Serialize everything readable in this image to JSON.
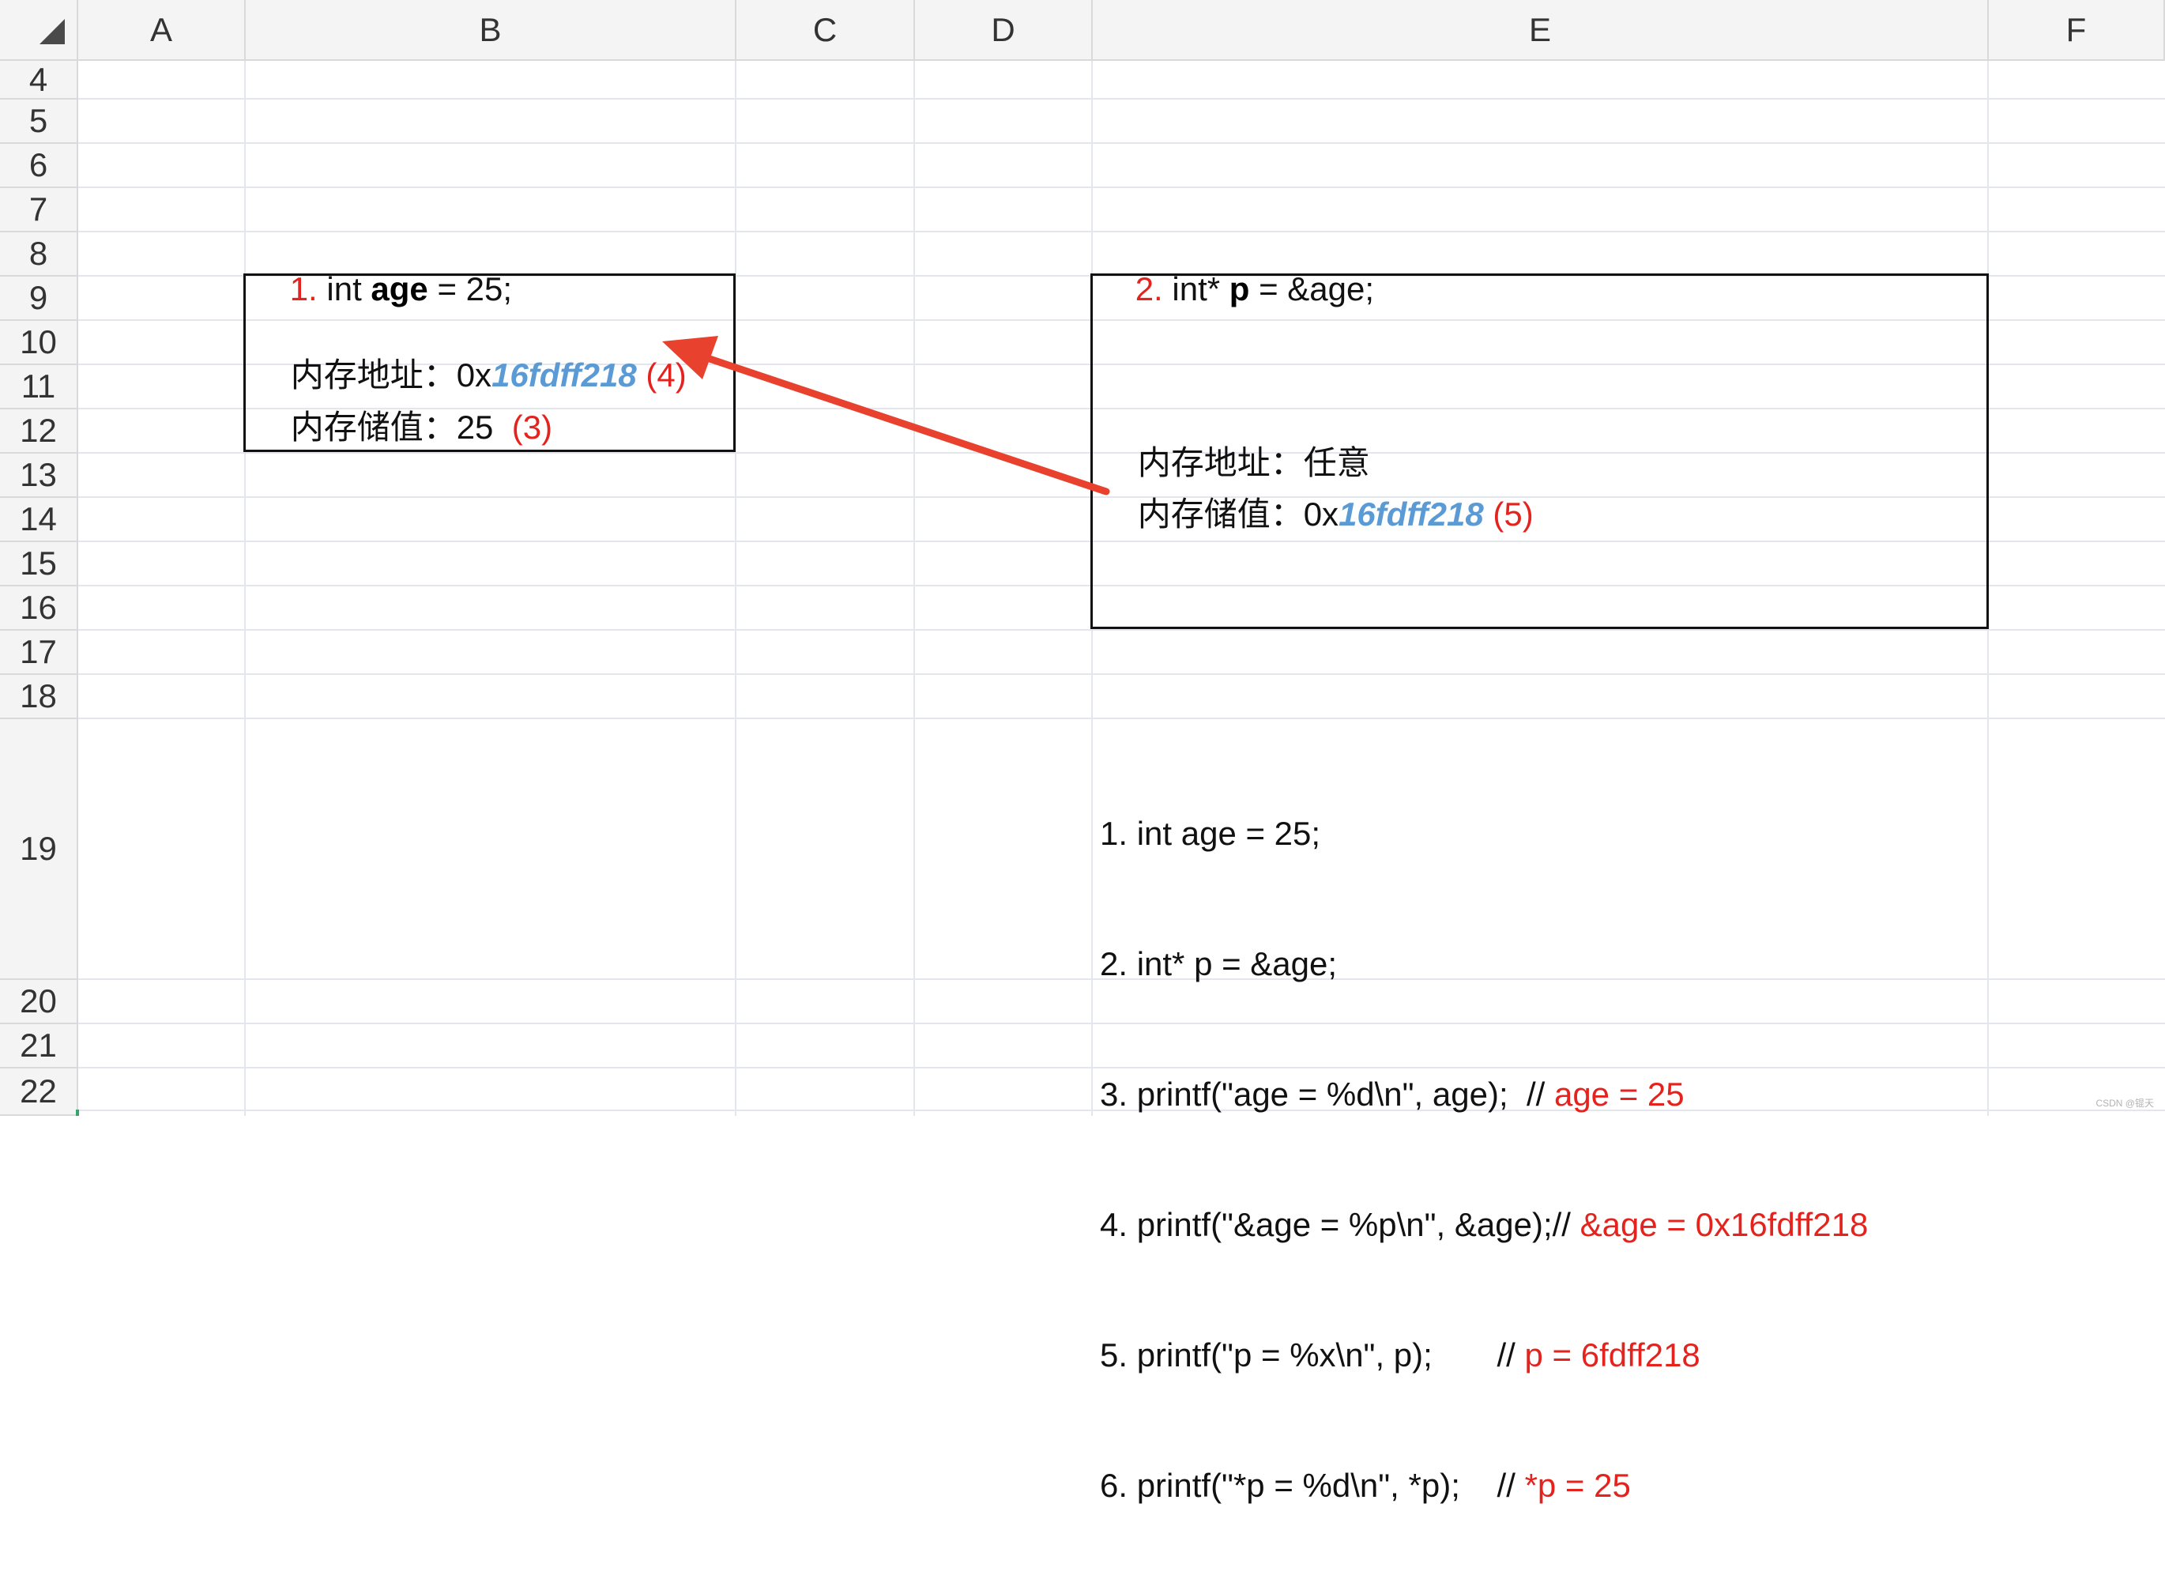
{
  "columns": [
    "A",
    "B",
    "C",
    "D",
    "E",
    "F"
  ],
  "rows": [
    "4",
    "5",
    "6",
    "7",
    "8",
    "9",
    "10",
    "11",
    "12",
    "13",
    "14",
    "15",
    "16",
    "17",
    "18",
    "19",
    "20",
    "21",
    "22"
  ],
  "cell_b8": {
    "num": "1.",
    "pre": " int ",
    "bold": "age",
    "post": " = 25;"
  },
  "cell_e8": {
    "num": "2.",
    "pre": " int* ",
    "bold": "p",
    "post": " = &age;"
  },
  "box_age": {
    "addr_label": "内存地址：",
    "addr_prefix": "0x",
    "addr_hex": "16fdff218",
    "addr_step": "(4)",
    "val_label": "内存储值：",
    "val": "25",
    "val_step": "(3)"
  },
  "box_p": {
    "addr_label": "内存地址：",
    "addr_value": "任意",
    "val_label": "内存储值：",
    "val_prefix": "0x",
    "val_hex": "16fdff218",
    "val_step": "(5)"
  },
  "code_lines": [
    {
      "code": "1. int age = 25;",
      "comment": ""
    },
    {
      "code": "2. int* p = &age;",
      "comment": ""
    },
    {
      "code": "3. printf(\"age = %d\\n\", age);  // ",
      "comment": "age = 25"
    },
    {
      "code": "4. printf(\"&age = %p\\n\", &age);// ",
      "comment": "&age = 0x16fdff218"
    },
    {
      "code": "5. printf(\"p = %x\\n\", p);       // ",
      "comment": "p = 6fdff218"
    },
    {
      "code": "6. printf(\"*p = %d\\n\", *p);    // ",
      "comment": "*p = 25"
    }
  ],
  "watermark": "CSDN @锟天",
  "colors": {
    "accent_red": "#e4231e",
    "hex_blue": "#5b9bd5",
    "arrow": "#e8412d"
  },
  "icons": {
    "select_all": "select-all-triangle-icon",
    "arrow": "pointer-arrow"
  }
}
